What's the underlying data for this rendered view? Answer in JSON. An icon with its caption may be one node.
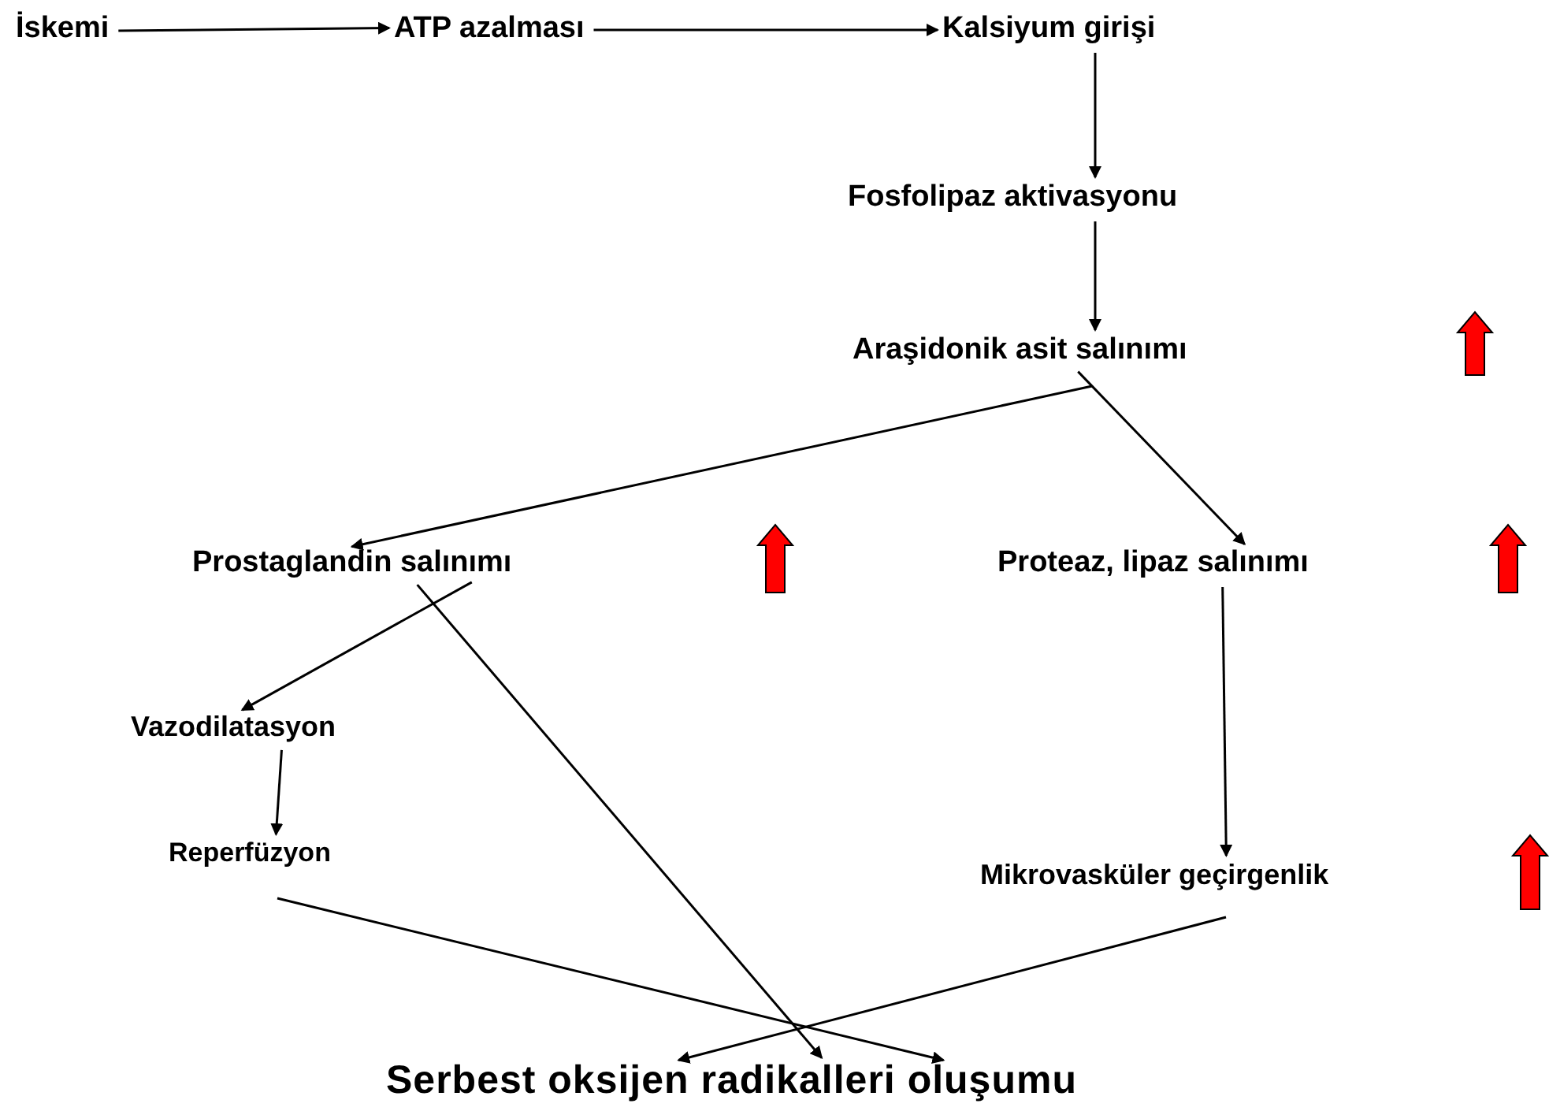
{
  "diagram": {
    "nodes": [
      {
        "text": [
          "İskemi"
        ]
      },
      {
        "text": [
          "ATP azalması"
        ]
      },
      {
        "text": [
          "Kalsiyum girişi"
        ]
      },
      {
        "text": [
          "Fosfolipaz aktivasyonu"
        ]
      },
      {
        "text": [
          "Araşidonik asit salınımı"
        ]
      },
      {
        "text": [
          "Prostaglandin salınımı"
        ]
      },
      {
        "text": [
          "Proteaz, lipaz salınımı"
        ]
      },
      {
        "text": [
          "Vazodilatasyon"
        ]
      },
      {
        "text": [
          "Reperfüzyon"
        ]
      },
      {
        "text": [
          "Mikrovasküler geçirgenlik"
        ]
      },
      {
        "text": [
          "Serbest oksijen radikalleri oluşumu"
        ]
      }
    ],
    "edges": [
      {
        "from": 0,
        "to": 1,
        "arrow": "to"
      },
      {
        "from": 1,
        "to": 2,
        "arrow": "to"
      },
      {
        "from": 2,
        "to": 3,
        "arrow": "to"
      },
      {
        "from": 3,
        "to": 4,
        "arrow": "to"
      },
      {
        "from": 4,
        "to": 5,
        "arrow": "to"
      },
      {
        "from": 4,
        "to": 6,
        "arrow": "to"
      },
      {
        "from": 5,
        "to": 7,
        "arrow": "to"
      },
      {
        "from": 5,
        "to": 10,
        "arrow": "to"
      },
      {
        "from": 7,
        "to": 8,
        "arrow": "to"
      },
      {
        "from": 6,
        "to": 9,
        "arrow": "to"
      },
      {
        "from": 8,
        "to": 10,
        "arrow": "to"
      },
      {
        "from": 9,
        "to": 10,
        "arrow": "to"
      }
    ]
  }
}
